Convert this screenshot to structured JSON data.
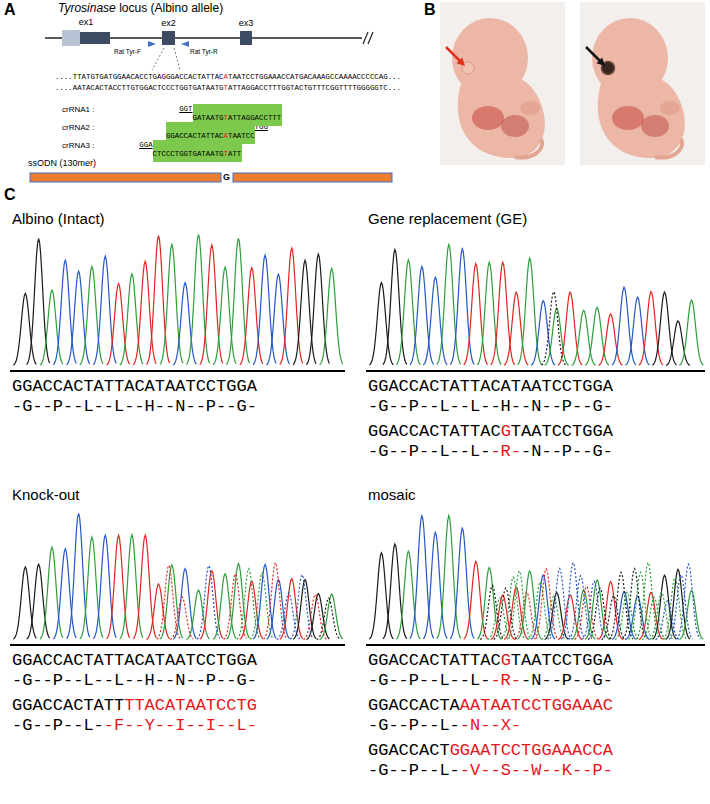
{
  "diagram": {
    "nodes": [
      {
        "text": [
          "ex1"
        ]
      },
      {
        "text": [
          "ex2"
        ]
      },
      {
        "text": [
          "ex3"
        ]
      },
      {
        "text": [
          "GATAATGTATTAGGACCTTT"
        ]
      },
      {
        "text": [
          "GGACCACTATTACATAATCC"
        ]
      },
      {
        "text": [
          "CTCCCTGGTGATAATGTATT"
        ]
      }
    ],
    "labels": [
      "A",
      "Tyrosinase locus (Albino allele)",
      "Rat Tyr-F",
      "Rat Tyr-R",
      "....TTATGTGATGGAACACCTGAGGGACCACTATTACATAATCCTGGAAACCATGACAAAGCCAAAACCCCCAG...",
      "....AATACACTACCTTGTGGACTCCCTGGTGATAATGTATTAGGACCTTTGGTACTGTTTCGGTTTTGGGGGTC...",
      "crRNA1 :",
      "GGT",
      "crRNA2 :",
      "TGG",
      "crRNA3 :",
      "GGA",
      "ssODN (130mer)",
      "G",
      "B",
      "C",
      "Albino (Intact)",
      "GGACCACTATTACATAATCCTGGA",
      "-G--P--L--L--H--N--P--G-",
      "Gene replacement (GE)",
      "GGACCACTATTACATAATCCTGGA",
      "-G--P--L--L--H--N--P--G-",
      "GGACCACTATTACGTAATCCTGGA",
      "-G--P--L--L--R--N--P--G-",
      "Knock-out",
      "GGACCACTATTACATAATCCTGGA",
      "-G--P--L--L--H--N--P--G-",
      "GGACCACTATTTTACATAATCCTG",
      "-G--P--L--F--Y--I--I--L-",
      "mosaic",
      "GGACCACTATTACGTAATCCTGGA",
      "-G--P--L--L--R--N--P--G-",
      "GGACCACTAAATAATCCTGGAAAC",
      "-G--P--L--N--X-",
      "GGACCACTGGAATCCTGGAAACCA",
      "-G--P--L--V--S--W--K--P-"
    ]
  }
}
